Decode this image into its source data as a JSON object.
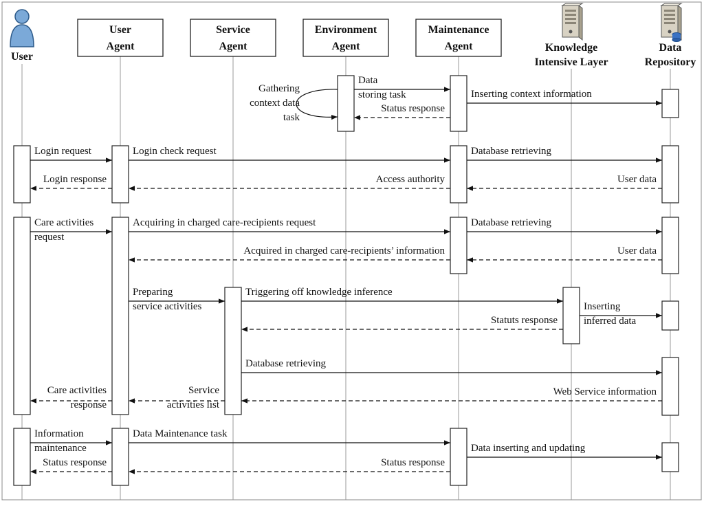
{
  "participants": [
    {
      "id": "user",
      "lines": [
        "User"
      ]
    },
    {
      "id": "ua",
      "lines": [
        "User",
        "Agent"
      ]
    },
    {
      "id": "sa",
      "lines": [
        "Service",
        "Agent"
      ]
    },
    {
      "id": "ea",
      "lines": [
        "Environment",
        "Agent"
      ]
    },
    {
      "id": "ma",
      "lines": [
        "Maintenance",
        "Agent"
      ]
    },
    {
      "id": "kil",
      "lines": [
        "Knowledge",
        "Intensive Layer"
      ]
    },
    {
      "id": "dr",
      "lines": [
        "Data",
        "Repository"
      ]
    }
  ],
  "messages": [
    {
      "from": "ea",
      "to": "ea",
      "type": "self",
      "lines": [
        "Gathering",
        "context data",
        "task"
      ]
    },
    {
      "from": "ea",
      "to": "ma",
      "type": "sync",
      "lines": [
        "Data",
        "storing  task"
      ]
    },
    {
      "from": "ma",
      "to": "dr",
      "type": "sync",
      "lines": [
        "Inserting context information"
      ]
    },
    {
      "from": "ma",
      "to": "ea",
      "type": "return",
      "lines": [
        "Status response"
      ]
    },
    {
      "from": "user",
      "to": "ua",
      "type": "sync",
      "lines": [
        "Login request"
      ]
    },
    {
      "from": "ua",
      "to": "ma",
      "type": "sync",
      "lines": [
        "Login check request"
      ]
    },
    {
      "from": "ma",
      "to": "dr",
      "type": "sync",
      "lines": [
        "Database retrieving"
      ]
    },
    {
      "from": "dr",
      "to": "ma",
      "type": "return",
      "lines": [
        "User data"
      ]
    },
    {
      "from": "ma",
      "to": "ua",
      "type": "return",
      "lines": [
        "Access authority"
      ]
    },
    {
      "from": "ua",
      "to": "user",
      "type": "return",
      "lines": [
        "Login response"
      ]
    },
    {
      "from": "user",
      "to": "ua",
      "type": "sync",
      "lines": [
        "Care activities",
        "request"
      ]
    },
    {
      "from": "ua",
      "to": "ma",
      "type": "sync",
      "lines": [
        "Acquiring in charged care-recipients request"
      ]
    },
    {
      "from": "ma",
      "to": "dr",
      "type": "sync",
      "lines": [
        "Database retrieving"
      ]
    },
    {
      "from": "dr",
      "to": "ma",
      "type": "return",
      "lines": [
        "User data"
      ]
    },
    {
      "from": "ma",
      "to": "ua",
      "type": "return",
      "lines": [
        "Acquired in charged care-recipients’ information"
      ]
    },
    {
      "from": "ua",
      "to": "sa",
      "type": "sync",
      "lines": [
        "Preparing",
        "service activities"
      ]
    },
    {
      "from": "sa",
      "to": "kil",
      "type": "sync",
      "lines": [
        "Triggering off knowledge inference"
      ]
    },
    {
      "from": "kil",
      "to": "dr",
      "type": "sync",
      "lines": [
        "Inserting",
        "inferred data"
      ]
    },
    {
      "from": "kil",
      "to": "sa",
      "type": "return",
      "lines": [
        "Statuts response"
      ]
    },
    {
      "from": "sa",
      "to": "dr",
      "type": "sync",
      "lines": [
        "Database retrieving"
      ]
    },
    {
      "from": "dr",
      "to": "sa",
      "type": "return",
      "lines": [
        "Web Service information"
      ]
    },
    {
      "from": "sa",
      "to": "ua",
      "type": "return",
      "lines": [
        "Service",
        "activities list"
      ]
    },
    {
      "from": "ua",
      "to": "user",
      "type": "return",
      "lines": [
        "Care activities",
        "response"
      ]
    },
    {
      "from": "user",
      "to": "ua",
      "type": "sync",
      "lines": [
        "Information",
        "maintenance"
      ]
    },
    {
      "from": "ua",
      "to": "ma",
      "type": "sync",
      "lines": [
        "Data Maintenance task"
      ]
    },
    {
      "from": "ma",
      "to": "dr",
      "type": "sync",
      "lines": [
        "Data inserting and updating"
      ]
    },
    {
      "from": "ma",
      "to": "ua",
      "type": "return",
      "lines": [
        "Status response"
      ]
    },
    {
      "from": "ua",
      "to": "user",
      "type": "return",
      "lines": [
        "Status response"
      ]
    }
  ]
}
